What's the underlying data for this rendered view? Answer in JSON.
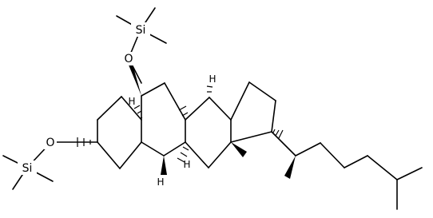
{
  "molecule": {
    "atoms": {
      "si_top": "Si",
      "o_top": "O",
      "o_left": "O",
      "si_left": "Si",
      "h5": "H",
      "h9": "H",
      "h10": "H",
      "h14": "H"
    }
  }
}
